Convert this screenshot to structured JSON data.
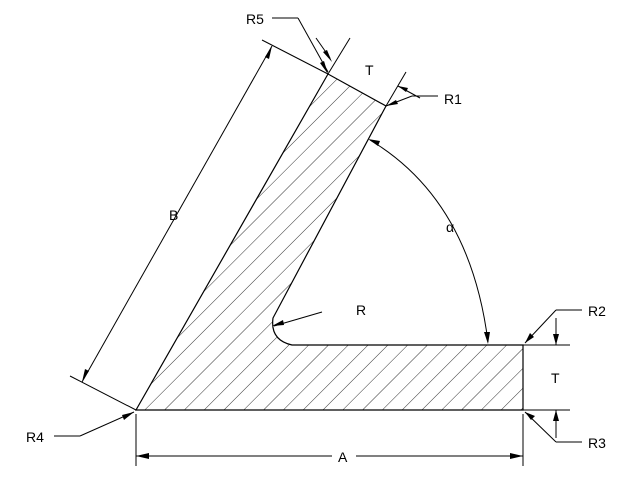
{
  "labels": {
    "r5": "R5",
    "t_top": "T",
    "r1": "R1",
    "b": "B",
    "alpha": "α",
    "r": "R",
    "r2": "R2",
    "t_right": "T",
    "r4": "R4",
    "a": "A",
    "r3": "R3"
  }
}
